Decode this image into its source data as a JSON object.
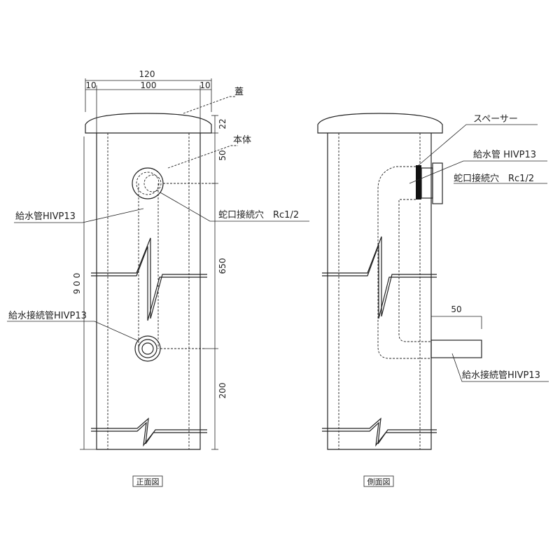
{
  "front": {
    "dims": {
      "total_width": "120",
      "left_margin": "10",
      "inner_width": "100",
      "right_margin": "10",
      "cap_height": "22",
      "cap_to_hole": "50",
      "hole_to_inlet": "650",
      "inlet_to_bottom": "200",
      "total_height": "9 0 0"
    },
    "labels": {
      "lid": "蓋",
      "body": "本体",
      "supply_pipe": "給水管HIVP13",
      "tap_hole": "蛇口接続穴　Rc1/2",
      "inlet_pipe": "給水接続管HIVP13"
    },
    "caption": "正面図"
  },
  "side": {
    "dims": {
      "inlet_length": "50"
    },
    "labels": {
      "spacer": "スペーサー",
      "supply_pipe": "給水管 HIVP13",
      "tap_hole": "蛇口接続穴　Rc1/2",
      "inlet_pipe": "給水接続管HIVP13"
    },
    "caption": "側面図"
  }
}
